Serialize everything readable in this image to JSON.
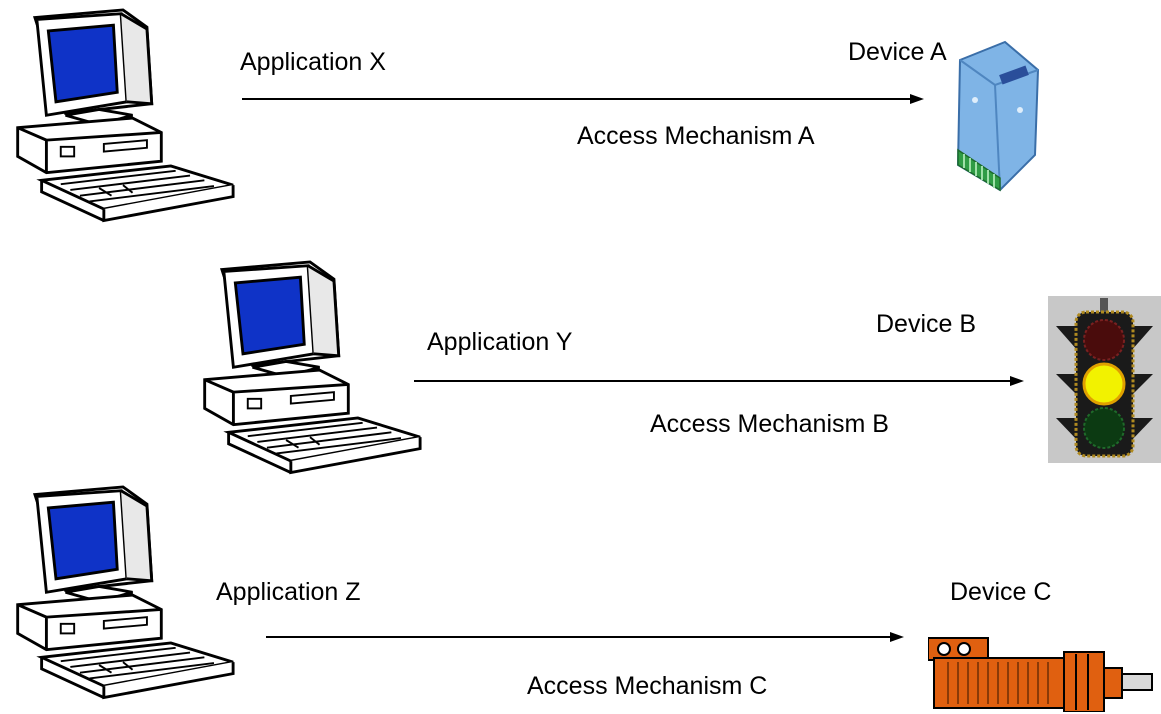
{
  "rows": [
    {
      "application_label": "Application X",
      "device_label": "Device A",
      "mechanism_label": "Access Mechanism A",
      "device_icon": "io-module-icon"
    },
    {
      "application_label": "Application Y",
      "device_label": "Device B",
      "mechanism_label": "Access Mechanism B",
      "device_icon": "traffic-light-icon"
    },
    {
      "application_label": "Application Z",
      "device_label": "Device C",
      "mechanism_label": "Access Mechanism C",
      "device_icon": "motor-icon"
    }
  ],
  "colors": {
    "screen": "#0f33c7",
    "module_body": "#7fb4e6",
    "module_terminal": "#2f9c45",
    "traffic_bg": "#c8c8c8",
    "traffic_body": "#1a1a1a",
    "traffic_yellow": "#f2f200",
    "motor": "#e06010"
  }
}
